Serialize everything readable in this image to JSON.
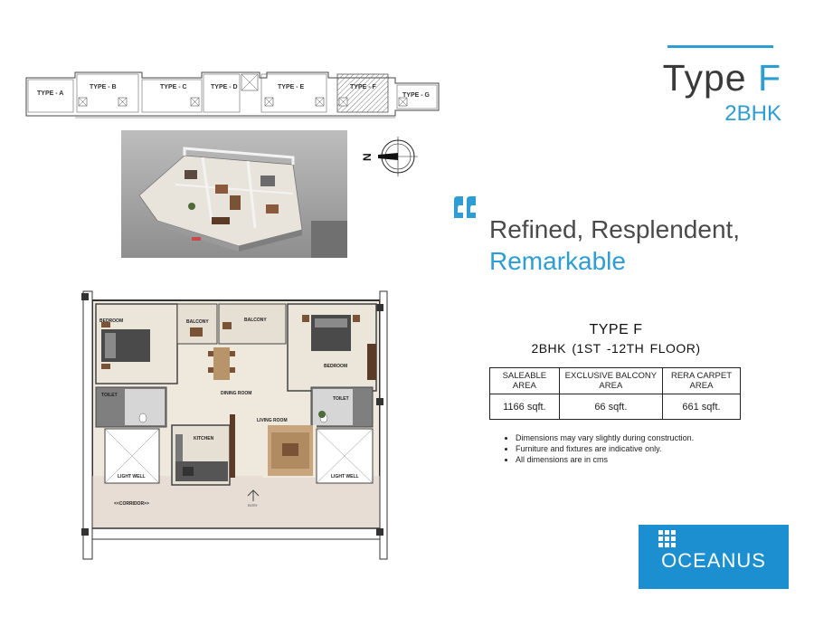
{
  "title": {
    "type_prefix": "Type ",
    "type_letter": "F",
    "configuration": "2BHK"
  },
  "tagline": {
    "line1": "Refined, Resplendent,",
    "line2": "Remarkable"
  },
  "key_plan": {
    "units": [
      "TYPE - A",
      "TYPE - B",
      "TYPE - C",
      "TYPE - D",
      "TYPE - E",
      "TYPE - F",
      "TYPE - G"
    ],
    "highlighted_unit": "TYPE - F"
  },
  "north_label": "N",
  "floor_plan": {
    "rooms": {
      "bedroom_left": "BEDROOM",
      "balcony_1": "BALCONY",
      "balcony_2": "BALCONY",
      "bedroom_right": "BEDROOM",
      "dining_room": "DINING ROOM",
      "toilet_left": "TOILET",
      "toilet_right": "TOILET",
      "living_room": "LIVING ROOM",
      "kitchen": "KITCHEN",
      "light_well_left": "LIGHT WELL",
      "light_well_right": "LIGHT WELL",
      "corridor": "<<CORRIDOR>>",
      "entry": "ENTRY"
    }
  },
  "spec": {
    "type": "TYPE F",
    "floor": "2BHK  (1ST -12TH  FLOOR)",
    "table": {
      "headers": [
        "SALEABLE AREA",
        "EXCLUSIVE BALCONY AREA",
        "RERA CARPET AREA"
      ],
      "values": [
        "1166 sqft.",
        "66 sqft.",
        "661 sqft."
      ]
    },
    "notes": [
      "Dimensions may vary slightly during construction.",
      "Furniture and fixtures are indicative only.",
      "All dimensions are in cms"
    ]
  },
  "logo": {
    "name": "OCEANUS"
  },
  "colors": {
    "accent": "#2e9dd3",
    "logo_bg": "#1c8fd0",
    "text_dark": "#3a3a3a"
  }
}
